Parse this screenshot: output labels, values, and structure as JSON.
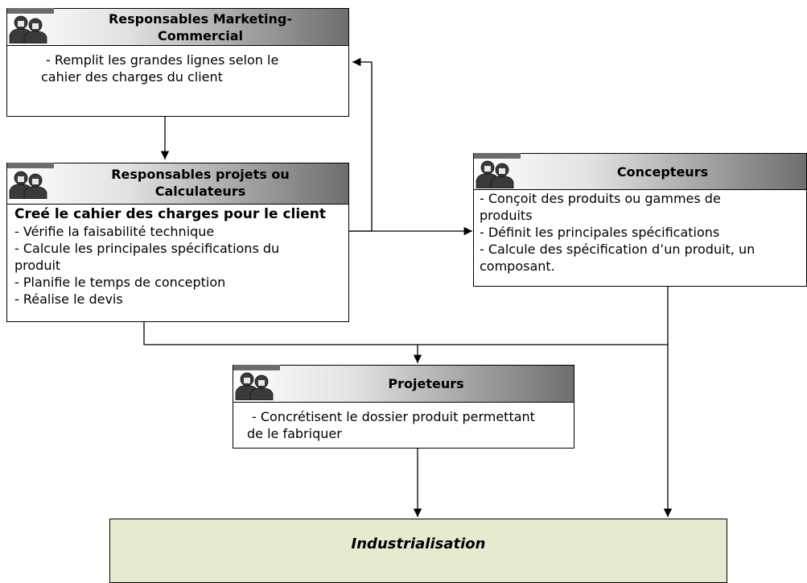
{
  "boxes": {
    "marketing": {
      "title_line1": "Responsables Marketing-",
      "title_line2": "Commercial",
      "lines": [
        "-  Remplit les grandes lignes selon le",
        "cahier des charges du client"
      ]
    },
    "projets": {
      "title_line1": "Responsables projets ou",
      "title_line2": "Calculateurs",
      "heading": "Creé le cahier des charges pour le client",
      "lines": [
        "- Vérifie la faisabilité technique",
        "- Calcule les principales spécifications du",
        "produit",
        "- Planifie le temps de conception",
        "- Réalise le devis"
      ]
    },
    "concepteurs": {
      "title": "Concepteurs",
      "lines": [
        "- Conçoit des produits ou gammes de",
        "produits",
        "- Définit les principales spécifications",
        "- Calcule des spécification d’un produit, un",
        "composant."
      ]
    },
    "projeteurs": {
      "title": "Projeteurs",
      "lines": [
        "- Concrétisent le dossier produit permettant",
        "de le fabriquer"
      ]
    },
    "industrialisation": {
      "title": "Industrialisation"
    }
  },
  "icons": [
    "people-icon"
  ],
  "colors": {
    "header_gradient_dark": "#6e6e6e",
    "header_tab": "#6b6b6b",
    "industrialisation_fill": "#e7ead1"
  }
}
